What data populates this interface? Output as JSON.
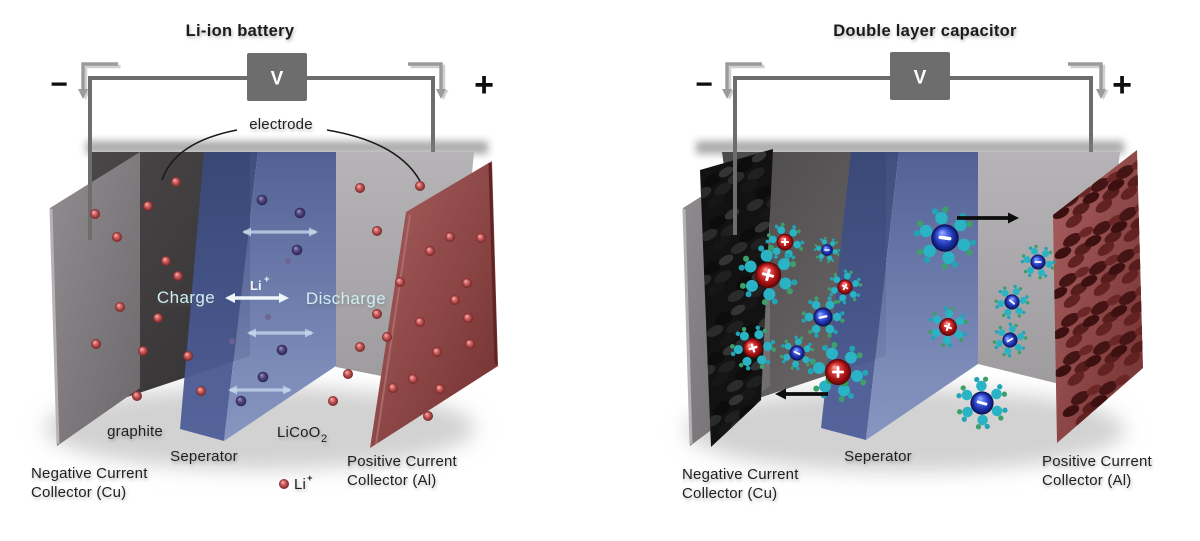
{
  "left": {
    "title": "Li-ion battery",
    "voltmeter_label": "V",
    "negative_sign": "−",
    "positive_sign": "+",
    "electrode_label": "electrode",
    "charge_label": "Charge",
    "discharge_label": "Discharge",
    "ion_symbol": "Li",
    "ion_superscript": "+",
    "anode_label": "graphite",
    "separator_label": "Seperator",
    "cathode_label": "LiCoO",
    "cathode_subscript": "2",
    "negative_collector_line1": "Negative Current",
    "negative_collector_line2": "Collector (Cu)",
    "positive_collector_line1": "Positive Current",
    "positive_collector_line2": "Collector (Al)",
    "legend_ion": "Li",
    "legend_ion_sup": "+"
  },
  "right": {
    "title": "Double layer capacitor",
    "voltmeter_label": "V",
    "negative_sign": "−",
    "positive_sign": "+",
    "separator_label": "Seperator",
    "negative_collector_line1": "Negative Current",
    "negative_collector_line2": "Collector (Cu)",
    "positive_collector_line1": "Positive Current",
    "positive_collector_line2": "Collector (Al)"
  },
  "colors": {
    "wire_gray": "#6d6d6d",
    "hook_gray": "#9b9b9b",
    "collector_gray": "#7b777b",
    "graphite_dark": "#3f3c3e",
    "separator_blue": "#4c5e9a",
    "cathode_gray": "#a9a7a9",
    "collector_red": "#9a4f4f",
    "porous_black": "#141414",
    "porous_red": "#571d1d",
    "lithium_ion_red": "#b04848",
    "cation_red": "#b51f1f",
    "anion_navy": "#1b2da0",
    "solvation_teal": "#2ab3c4",
    "charge_text_cyan": "#cdeef4",
    "label_dark": "#1f1f1f"
  }
}
